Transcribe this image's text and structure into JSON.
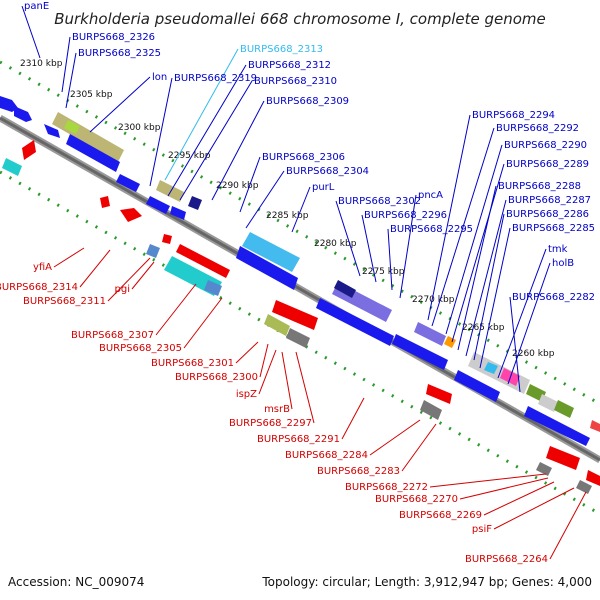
{
  "title": "Burkholderia pseudomallei 668 chromosome I, complete genome",
  "footer": {
    "accession": "Accession: NC_009074",
    "summary": "Topology: circular; Length: 3,912,947 bp; Genes: 4,000"
  },
  "colors": {
    "forward_label": "#0000c8",
    "reverse_label": "#d40000",
    "highlight_label": "#33bbee",
    "backbone": "#777777",
    "ticks": "#22aa22"
  },
  "kbp_labels": [
    "2310 kbp",
    "2305 kbp",
    "2300 kbp",
    "2295 kbp",
    "2290 kbp",
    "2285 kbp",
    "2280 kbp",
    "2275 kbp",
    "2270 kbp",
    "2265 kbp",
    "2260 kbp"
  ],
  "forward_labels": [
    "panE",
    "BURPS668_2326",
    "BURPS668_2325",
    "lon",
    "BURPS668_2313",
    "BURPS668_2319",
    "BURPS668_2312",
    "BURPS668_2310",
    "BURPS668_2309",
    "BURPS668_2306",
    "BURPS668_2304",
    "purL",
    "BURPS668_2302",
    "BURPS668_2296",
    "BURPS668_2295",
    "pncA",
    "BURPS668_2294",
    "BURPS668_2292",
    "BURPS668_2290",
    "BURPS668_2289",
    "BURPS668_2288",
    "BURPS668_2287",
    "BURPS668_2286",
    "BURPS668_2285",
    "tmk",
    "holB",
    "BURPS668_2282"
  ],
  "reverse_labels": [
    "yfiA",
    "BURPS668_2314",
    "BURPS668_2311",
    "pgi",
    "BURPS668_2307",
    "BURPS668_2305",
    "BURPS668_2301",
    "BURPS668_2300",
    "ispZ",
    "msrB",
    "BURPS668_2297",
    "BURPS668_2291",
    "BURPS668_2284",
    "BURPS668_2283",
    "BURPS668_2272",
    "BURPS668_2270",
    "BURPS668_2269",
    "psiF",
    "BURPS668_2264"
  ]
}
